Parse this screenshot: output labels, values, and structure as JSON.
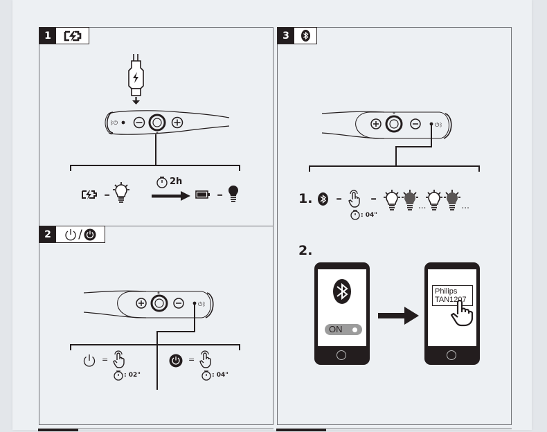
{
  "panels": [
    {
      "number": "1",
      "title_icon": "charge-battery-icon",
      "charge_time": "2h",
      "equation": [
        "charge-battery-icon",
        "=",
        "lightbulb-outline-blinking-icon",
        "arrow-right-icon",
        "battery-full-icon",
        "=",
        "lightbulb-solid-icon"
      ]
    },
    {
      "number": "2",
      "title_icons": [
        "power-outline-icon",
        "/",
        "power-solid-icon"
      ],
      "power_on": {
        "icon": "power-outline-icon",
        "eq": "=",
        "action": "press-hand-icon",
        "hold_time": ": 02\""
      },
      "power_off": {
        "icon": "power-solid-icon",
        "eq": "=",
        "action": "press-hand-icon",
        "hold_time": ": 04\""
      }
    },
    {
      "number": "3",
      "title_icon": "bluetooth-icon",
      "step1": {
        "label": "1.",
        "eq1": "=",
        "eq2": "=",
        "hold_time": ": 04\"",
        "ellipsis": "..."
      },
      "step2": {
        "label": "2.",
        "toggle_label": "ON",
        "device_name_line1": "Philips",
        "device_name_line2": "TAN1207"
      }
    }
  ],
  "colors": {
    "ink": "#231d1e",
    "page": "#edf0f3",
    "border": "#6f7074",
    "toggle": "#9c9c9c"
  }
}
